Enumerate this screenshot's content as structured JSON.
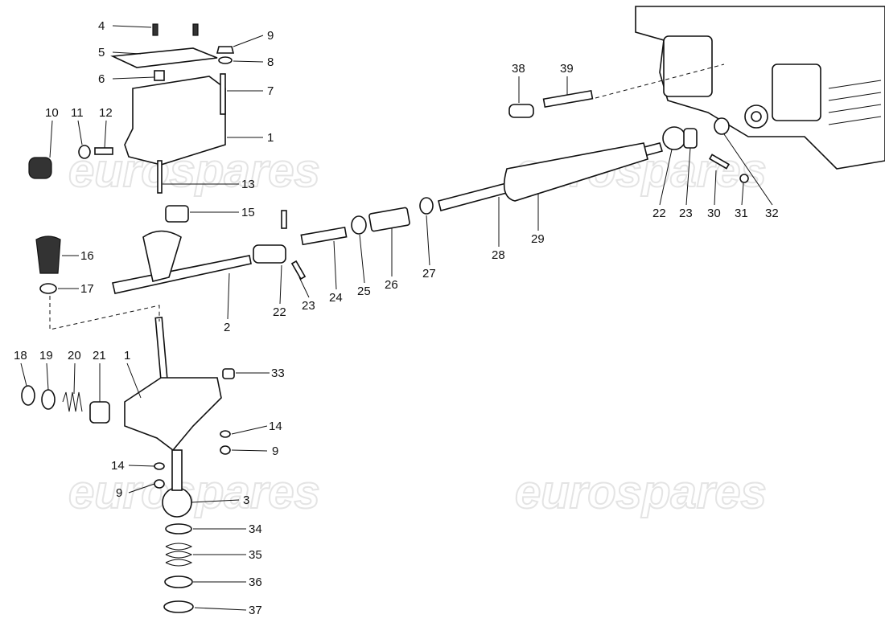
{
  "watermark": "eurospares",
  "callouts": [
    "4",
    "9",
    "5",
    "8",
    "6",
    "7",
    "1",
    "10",
    "11",
    "12",
    "13",
    "15",
    "16",
    "17",
    "2",
    "22",
    "23",
    "24",
    "25",
    "26",
    "27",
    "28",
    "29",
    "38",
    "39",
    "22",
    "23",
    "30",
    "31",
    "32",
    "18",
    "19",
    "20",
    "21",
    "1",
    "33",
    "14",
    "9",
    "14",
    "9",
    "3",
    "34",
    "35",
    "36",
    "37"
  ]
}
